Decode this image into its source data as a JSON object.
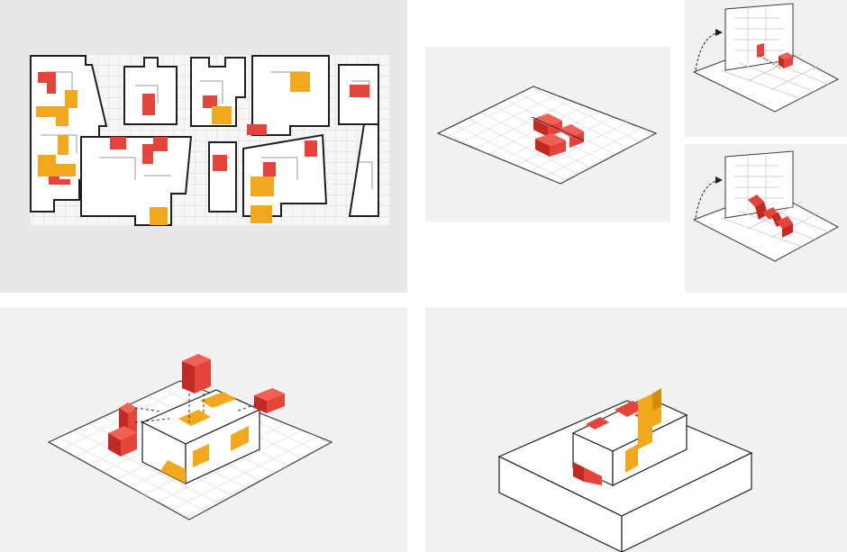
{
  "colors": {
    "red": "#e5443b",
    "red_dark": "#c02a22",
    "orange": "#f2a81d",
    "orange_dark": "#d38d09",
    "outline": "#1e1e1e",
    "grid": "#c9c9c9",
    "panel_gray": "#e8e8e8",
    "panel_light": "#f1f1f1",
    "paper": "#ffffff"
  },
  "panels": [
    {
      "id": "plan-grid",
      "description_icon": "floor-plan-drawing"
    },
    {
      "id": "isometric-grid-with-red-module",
      "description_icon": "isometric-drawing"
    },
    {
      "id": "folded-plane-step-1",
      "description_icon": "fold-arrow"
    },
    {
      "id": "folded-plane-step-2",
      "description_icon": "fold-arrow"
    },
    {
      "id": "exploded-volume",
      "description_icon": "exploded-axonometric"
    },
    {
      "id": "volume-on-plinth",
      "description_icon": "axonometric-massing"
    }
  ]
}
